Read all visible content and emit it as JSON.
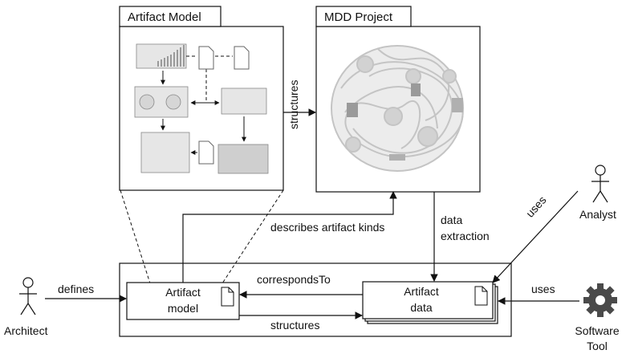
{
  "panels": {
    "artifact_model": {
      "tab_label": "Artifact Model"
    },
    "mdd_project": {
      "tab_label": "MDD Project"
    }
  },
  "boxes": {
    "artifact_model": {
      "line1": "Artifact",
      "line2": "model"
    },
    "artifact_data": {
      "line1": "Artifact",
      "line2": "data"
    }
  },
  "actors": {
    "architect": {
      "name": "Architect"
    },
    "analyst": {
      "name": "Analyst"
    },
    "software_tool": {
      "line1": "Software",
      "line2": "Tool"
    }
  },
  "edges": {
    "structures_top": "structures",
    "describes": "describes artifact kinds",
    "data_extraction_1": "data",
    "data_extraction_2": "extraction",
    "corresponds_to": "correspondsTo",
    "structures_bottom": "structures",
    "defines": "defines",
    "uses_analyst": "uses",
    "uses_tool": "uses"
  },
  "colors": {
    "line": "#111111",
    "thumb": "#bdbdbd",
    "blob": "#cfcfcf",
    "gear": "#4a4a4a"
  },
  "icons": [
    "document-icon",
    "stick-figure-icon",
    "gear-icon"
  ]
}
